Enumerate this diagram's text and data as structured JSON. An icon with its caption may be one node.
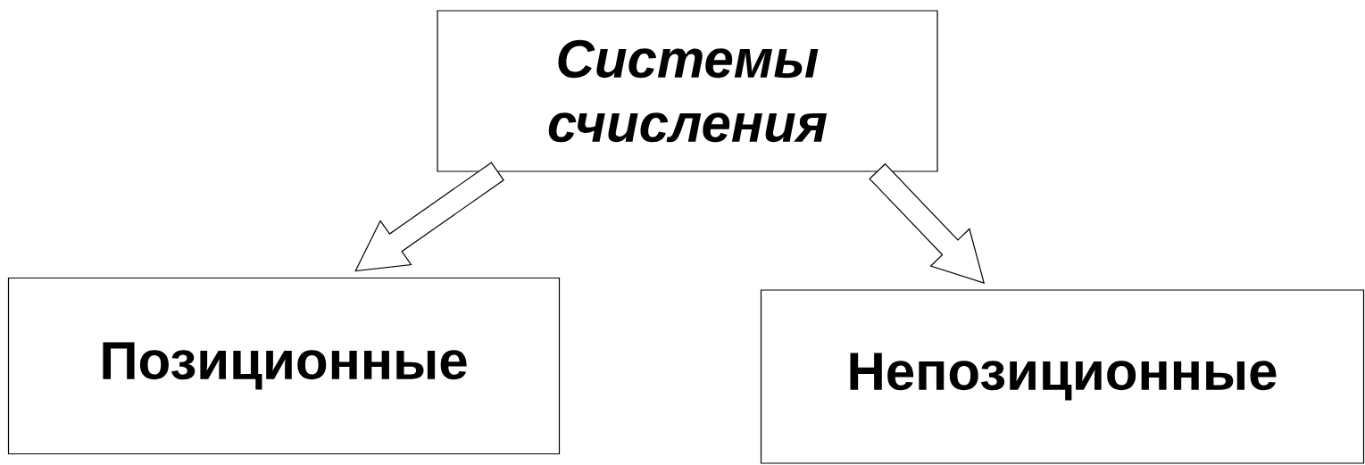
{
  "diagram": {
    "nodes": [
      {
        "text": [
          "*Системы* *счисления*"
        ]
      },
      {
        "text": [
          "Позиционные"
        ]
      },
      {
        "text": [
          "Непозиционные"
        ]
      }
    ],
    "edges": [
      {
        "from": 0,
        "to": 1,
        "arrow": "to"
      },
      {
        "from": 0,
        "to": 2,
        "arrow": "to"
      }
    ]
  }
}
